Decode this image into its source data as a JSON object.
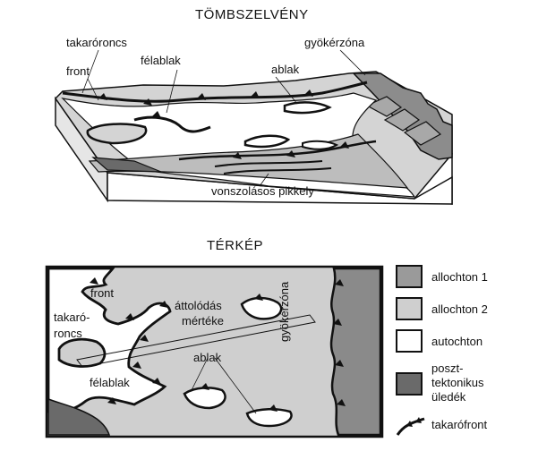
{
  "block_section": {
    "title": "TÖMBSZELVÉNY",
    "labels": {
      "klippe": "takaróroncs",
      "front": "front",
      "half_window": "félablak",
      "window": "ablak",
      "root_zone": "gyökérzóna",
      "drag_scales": "vonszolásos pikkely"
    }
  },
  "map": {
    "title": "TÉRKÉP",
    "labels": {
      "front": "front",
      "klippe_line1": "takaró-",
      "klippe_line2": "roncs",
      "displacement_line1": "áttolódás",
      "displacement_line2": "mértéke",
      "window": "ablak",
      "half_window": "félablak",
      "root_zone": "gyökérzóna"
    }
  },
  "legend": {
    "items": [
      {
        "label_lines": [
          "allochton 1"
        ],
        "color": "#9a9a9a"
      },
      {
        "label_lines": [
          "allochton 2"
        ],
        "color": "#cfcfcf"
      },
      {
        "label_lines": [
          "autochton"
        ],
        "color": "#ffffff"
      },
      {
        "label_lines": [
          "poszt-",
          "tektonikus",
          "üledék"
        ],
        "color": "#6a6a6a"
      }
    ],
    "thrust_front": "takarófront"
  }
}
